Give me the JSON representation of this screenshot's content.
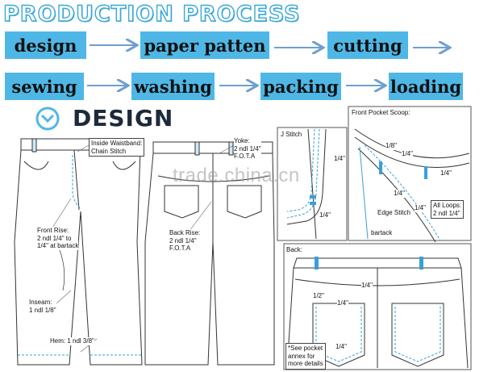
{
  "title": "PRODUCTION PROCESS",
  "steps": [
    "design",
    "paper  patten",
    "cutting",
    "sewing",
    "washing",
    "packing",
    "loading"
  ],
  "section_title": "DESIGN",
  "labels": {
    "waistband": "Inside Waistband:\nChain Stitch",
    "yoke": "Yoke:\n2 ndl 1/4\"\nF.O.T.A",
    "front_rise": "Front Rise:\n2 ndl 1/4\" to\n1/4\" at bartack",
    "back_rise": "Back Rise:\n2 ndl 1/4\"\nF.O.T.A",
    "inseam": "Inseam:\n1 ndl 1/8\"",
    "hem": "Hem: 1 ndl 3/8\"",
    "j_stitch": "J Stitch",
    "j_quarter_1": "1/4\"",
    "j_quarter_2": "1/4\"",
    "front_pocket": "Front Pocket Scoop:",
    "fp_eighth": "1/8\"",
    "fp_quarter_1": "1/4\"",
    "fp_quarter_2": "1/4\"",
    "fp_quarter_3": "1/4\"",
    "fp_quarter_4": "1/4\"",
    "edge_stitch": "Edge Stitch",
    "all_loops": "All Loops:\n2 ndl 1/4\"",
    "bartack": "bartack",
    "back": "Back:",
    "back_quarter_1": "1/4\"",
    "back_half": "1/2\"",
    "back_quarter_2": "1/4\"",
    "back_quarter_3": "1/4\"",
    "see_pocket": "*See pocket\nannex for\nmore details"
  },
  "watermark": "trade.china.cn",
  "colors": {
    "step_bg": "#4fb7e6",
    "arrow": "#6f9fd0",
    "stitch": "#3a9fd8"
  }
}
